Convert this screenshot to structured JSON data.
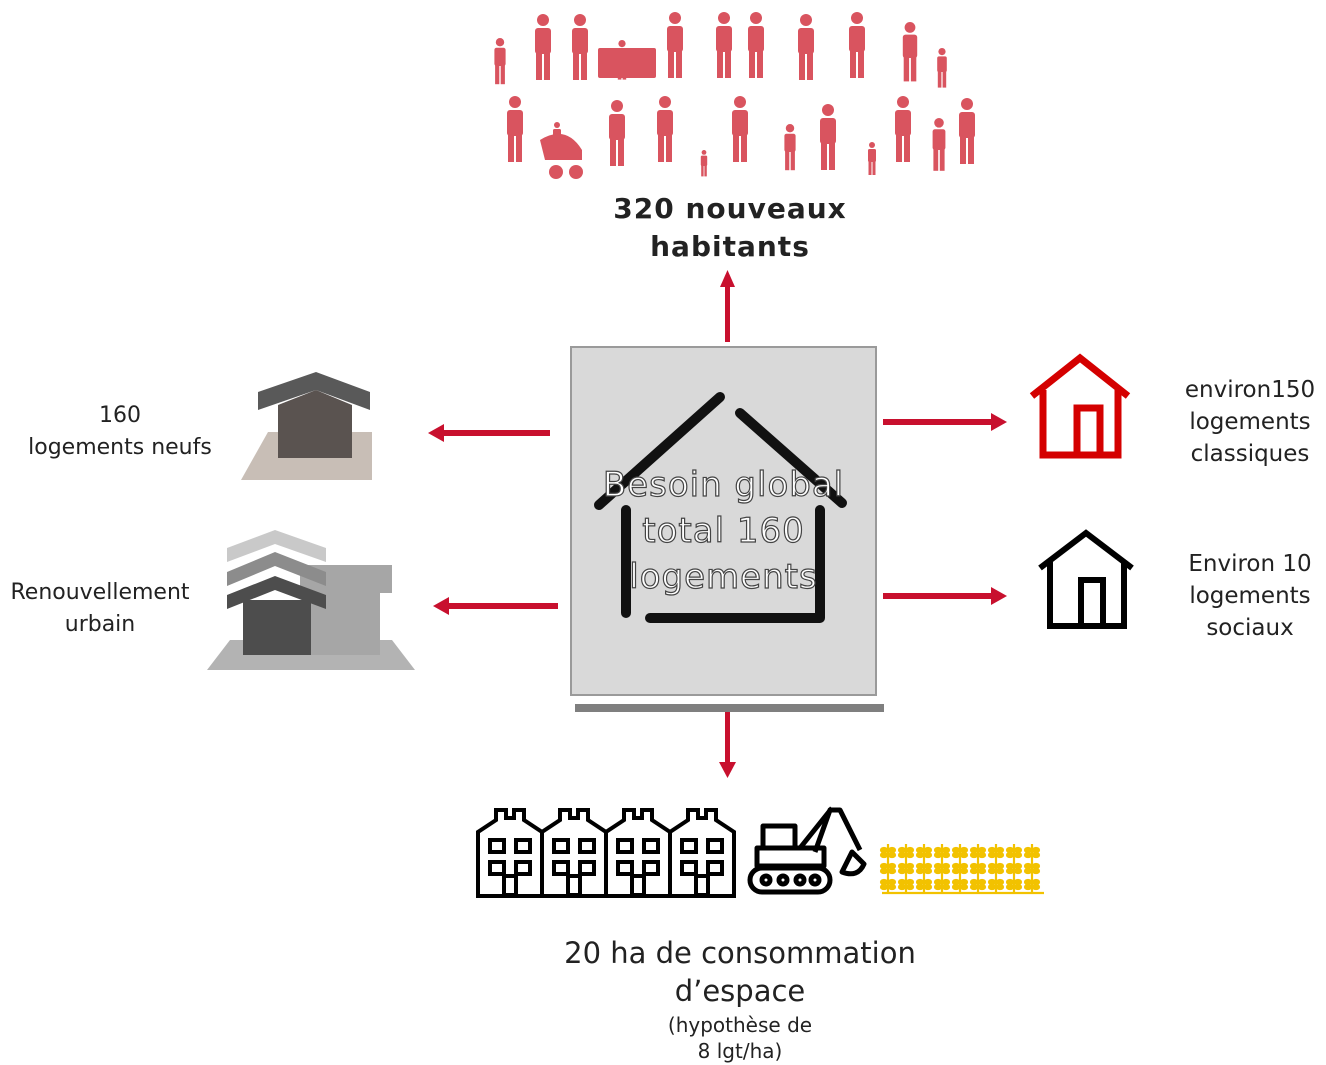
{
  "top": {
    "line1": "320 nouveaux",
    "line2": "habitants"
  },
  "left": {
    "top": {
      "line1": "160",
      "line2": "logements neufs"
    },
    "bottom": {
      "line1": "Renouvellement",
      "line2": "urbain"
    }
  },
  "center": {
    "line1": "Besoin global",
    "line2": "total 160",
    "line3": "logements"
  },
  "right": {
    "top": {
      "line1": "environ150",
      "line2": "logements",
      "line3": "classiques"
    },
    "bottom": {
      "line1": "Environ 10",
      "line2": "logements",
      "line3": "sociaux"
    }
  },
  "bottom": {
    "line1": "20 ha de consommation",
    "line2": "d’espace",
    "note1": "(hypothèse de",
    "note2": "8 lgt/ha)"
  },
  "colors": {
    "accent_red": "#c8102e",
    "people_red": "#d9545f",
    "wheat_yellow": "#f2c200",
    "box_gray": "#d9d9d9",
    "icon_gray": "#595959"
  },
  "icons": [
    "people-crowd-icon",
    "house-new-icon",
    "urban-renewal-icon",
    "house-outline-icon",
    "house-red-icon",
    "house-black-icon",
    "townhouses-icon",
    "excavator-icon",
    "wheat-field-icon"
  ]
}
